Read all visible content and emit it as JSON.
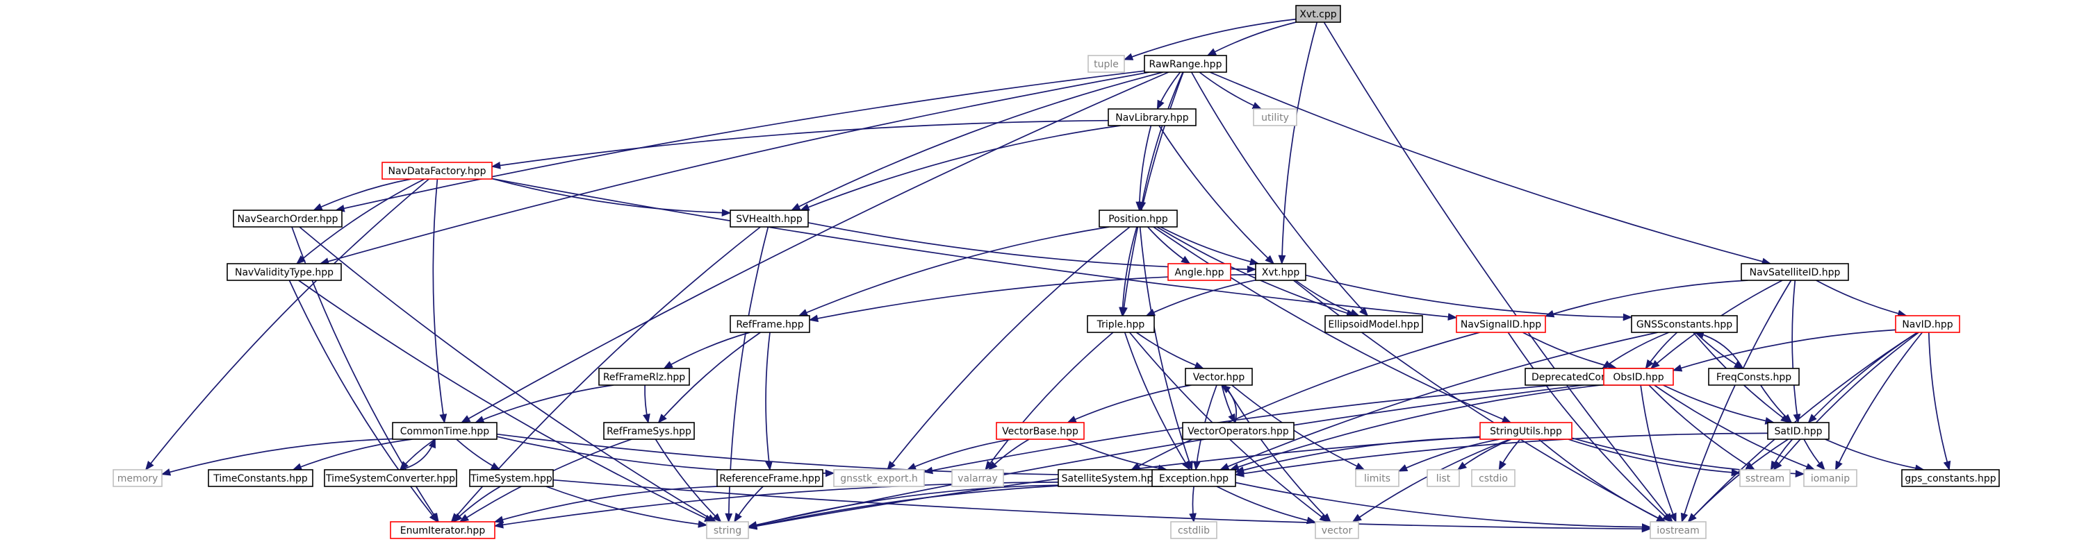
{
  "colors": {
    "edge": "#191970",
    "normal_border": "#000000",
    "normal_text": "#000000",
    "incomplete_border": "#ff0000",
    "system_border": "#bfbfbf",
    "system_text": "#808080",
    "root_fill": "#bfbfbf"
  },
  "nodes": {
    "xvt_cpp": {
      "label": "Xvt.cpp",
      "kind": "root"
    },
    "tuple": {
      "label": "tuple",
      "kind": "system"
    },
    "rawrange": {
      "label": "RawRange.hpp",
      "kind": "normal"
    },
    "utility": {
      "label": "utility",
      "kind": "system"
    },
    "navlibrary": {
      "label": "NavLibrary.hpp",
      "kind": "normal"
    },
    "navdatafactory": {
      "label": "NavDataFactory.hpp",
      "kind": "incomplete"
    },
    "navsearchorder": {
      "label": "NavSearchOrder.hpp",
      "kind": "normal"
    },
    "svhealth": {
      "label": "SVHealth.hpp",
      "kind": "normal"
    },
    "position": {
      "label": "Position.hpp",
      "kind": "normal"
    },
    "navvaliditytype": {
      "label": "NavValidityType.hpp",
      "kind": "normal"
    },
    "angle": {
      "label": "Angle.hpp",
      "kind": "incomplete"
    },
    "xvt_hpp": {
      "label": "Xvt.hpp",
      "kind": "normal"
    },
    "navsatelliteid": {
      "label": "NavSatelliteID.hpp",
      "kind": "normal"
    },
    "refframe": {
      "label": "RefFrame.hpp",
      "kind": "normal"
    },
    "triple": {
      "label": "Triple.hpp",
      "kind": "normal"
    },
    "ellipsoidmodel": {
      "label": "EllipsoidModel.hpp",
      "kind": "normal"
    },
    "navsignalid": {
      "label": "NavSignalID.hpp",
      "kind": "incomplete"
    },
    "gnssconstants": {
      "label": "GNSSconstants.hpp",
      "kind": "normal"
    },
    "navid": {
      "label": "NavID.hpp",
      "kind": "incomplete"
    },
    "refframerlz": {
      "label": "RefFrameRlz.hpp",
      "kind": "normal"
    },
    "vector_hpp": {
      "label": "Vector.hpp",
      "kind": "normal"
    },
    "deprecatedconsts": {
      "label": "DeprecatedConsts.hpp",
      "kind": "normal"
    },
    "obsid": {
      "label": "ObsID.hpp",
      "kind": "incomplete"
    },
    "freqconsts": {
      "label": "FreqConsts.hpp",
      "kind": "normal"
    },
    "commontime": {
      "label": "CommonTime.hpp",
      "kind": "normal"
    },
    "refframesys": {
      "label": "RefFrameSys.hpp",
      "kind": "normal"
    },
    "vectorbase": {
      "label": "VectorBase.hpp",
      "kind": "incomplete"
    },
    "vectoroperators": {
      "label": "VectorOperators.hpp",
      "kind": "normal"
    },
    "stringutils": {
      "label": "StringUtils.hpp",
      "kind": "incomplete"
    },
    "satid": {
      "label": "SatID.hpp",
      "kind": "normal"
    },
    "memory": {
      "label": "memory",
      "kind": "system"
    },
    "timeconstants": {
      "label": "TimeConstants.hpp",
      "kind": "normal"
    },
    "timesystemconverter": {
      "label": "TimeSystemConverter.hpp",
      "kind": "normal"
    },
    "gnsstk_export": {
      "label": "gnsstk_export.h",
      "kind": "system"
    },
    "valarray": {
      "label": "valarray",
      "kind": "system"
    },
    "satellitesystem": {
      "label": "SatelliteSystem.hpp",
      "kind": "normal"
    },
    "exception": {
      "label": "Exception.hpp",
      "kind": "normal"
    },
    "limits": {
      "label": "limits",
      "kind": "system"
    },
    "list": {
      "label": "list",
      "kind": "system"
    },
    "cstdio": {
      "label": "cstdio",
      "kind": "system"
    },
    "sstream": {
      "label": "sstream",
      "kind": "system"
    },
    "iomanip": {
      "label": "iomanip",
      "kind": "system"
    },
    "gps_constants": {
      "label": "gps_constants.hpp",
      "kind": "normal"
    },
    "timesystem": {
      "label": "TimeSystem.hpp",
      "kind": "normal"
    },
    "referenceframe": {
      "label": "ReferenceFrame.hpp",
      "kind": "normal"
    },
    "enumiterator": {
      "label": "EnumIterator.hpp",
      "kind": "incomplete"
    },
    "string": {
      "label": "string",
      "kind": "system"
    },
    "cstdlib": {
      "label": "cstdlib",
      "kind": "system"
    },
    "vector": {
      "label": "vector",
      "kind": "system"
    },
    "iostream": {
      "label": "iostream",
      "kind": "system"
    }
  },
  "edges": [
    [
      "xvt_cpp",
      "tuple"
    ],
    [
      "xvt_cpp",
      "rawrange"
    ],
    [
      "xvt_cpp",
      "xvt_hpp"
    ],
    [
      "xvt_cpp",
      "iostream"
    ],
    [
      "rawrange",
      "utility"
    ],
    [
      "rawrange",
      "navlibrary"
    ],
    [
      "rawrange",
      "navsearchorder"
    ],
    [
      "rawrange",
      "svhealth"
    ],
    [
      "rawrange",
      "position"
    ],
    [
      "rawrange",
      "navvaliditytype"
    ],
    [
      "rawrange",
      "commontime"
    ],
    [
      "rawrange",
      "triple"
    ],
    [
      "rawrange",
      "ellipsoidmodel"
    ],
    [
      "rawrange",
      "navsatelliteid"
    ],
    [
      "navlibrary",
      "navdatafactory"
    ],
    [
      "navlibrary",
      "svhealth"
    ],
    [
      "navlibrary",
      "position"
    ],
    [
      "navlibrary",
      "xvt_hpp"
    ],
    [
      "navdatafactory",
      "navsearchorder"
    ],
    [
      "navdatafactory",
      "svhealth"
    ],
    [
      "navdatafactory",
      "navvaliditytype"
    ],
    [
      "navdatafactory",
      "commontime"
    ],
    [
      "navdatafactory",
      "memory"
    ],
    [
      "navdatafactory",
      "navsignalid"
    ],
    [
      "navsearchorder",
      "string"
    ],
    [
      "navsearchorder",
      "enumiterator"
    ],
    [
      "svhealth",
      "xvt_hpp"
    ],
    [
      "svhealth",
      "string"
    ],
    [
      "svhealth",
      "enumiterator"
    ],
    [
      "navvaliditytype",
      "string"
    ],
    [
      "navvaliditytype",
      "enumiterator"
    ],
    [
      "position",
      "angle"
    ],
    [
      "position",
      "xvt_hpp"
    ],
    [
      "position",
      "refframe"
    ],
    [
      "position",
      "triple"
    ],
    [
      "position",
      "ellipsoidmodel"
    ],
    [
      "position",
      "gnsstk_export"
    ],
    [
      "position",
      "exception"
    ],
    [
      "position",
      "stringutils"
    ],
    [
      "xvt_hpp",
      "refframe"
    ],
    [
      "xvt_hpp",
      "triple"
    ],
    [
      "xvt_hpp",
      "ellipsoidmodel"
    ],
    [
      "xvt_hpp",
      "gnssconstants"
    ],
    [
      "xvt_hpp",
      "iostream"
    ],
    [
      "navsatelliteid",
      "navsignalid"
    ],
    [
      "navsatelliteid",
      "navid"
    ],
    [
      "navsatelliteid",
      "obsid"
    ],
    [
      "navsatelliteid",
      "satid"
    ],
    [
      "navsatelliteid",
      "iostream"
    ],
    [
      "refframe",
      "refframerlz"
    ],
    [
      "refframe",
      "refframesys"
    ],
    [
      "refframe",
      "referenceframe"
    ],
    [
      "triple",
      "vector_hpp"
    ],
    [
      "triple",
      "exception"
    ],
    [
      "triple",
      "valarray"
    ],
    [
      "triple",
      "vector"
    ],
    [
      "navsignalid",
      "obsid"
    ],
    [
      "navsignalid",
      "satellitesystem"
    ],
    [
      "navsignalid",
      "iostream"
    ],
    [
      "gnssconstants",
      "deprecatedconsts"
    ],
    [
      "gnssconstants",
      "freqconsts"
    ],
    [
      "gnssconstants",
      "satid"
    ],
    [
      "gnssconstants",
      "exception"
    ],
    [
      "gnssconstants",
      "obsid"
    ],
    [
      "freqconsts",
      "gnssconstants"
    ],
    [
      "freqconsts",
      "satid"
    ],
    [
      "navid",
      "obsid"
    ],
    [
      "navid",
      "satid"
    ],
    [
      "navid",
      "gps_constants"
    ],
    [
      "navid",
      "iomanip"
    ],
    [
      "navid",
      "sstream"
    ],
    [
      "navid",
      "iostream"
    ],
    [
      "refframerlz",
      "commontime"
    ],
    [
      "refframerlz",
      "refframesys"
    ],
    [
      "vector_hpp",
      "vectorbase"
    ],
    [
      "vector_hpp",
      "vectoroperators"
    ],
    [
      "vector_hpp",
      "limits"
    ],
    [
      "vector_hpp",
      "vector"
    ],
    [
      "vector_hpp",
      "exception"
    ],
    [
      "vectoroperators",
      "vector_hpp"
    ],
    [
      "obsid",
      "satid"
    ],
    [
      "obsid",
      "gnsstk_export"
    ],
    [
      "obsid",
      "exception"
    ],
    [
      "obsid",
      "string"
    ],
    [
      "obsid",
      "iostream"
    ],
    [
      "obsid",
      "sstream"
    ],
    [
      "obsid",
      "iomanip"
    ],
    [
      "commontime",
      "memory"
    ],
    [
      "commontime",
      "timeconstants"
    ],
    [
      "commontime",
      "timesystemconverter"
    ],
    [
      "commontime",
      "timesystem"
    ],
    [
      "commontime",
      "exception"
    ],
    [
      "commontime",
      "gnsstk_export"
    ],
    [
      "timesystemconverter",
      "commontime"
    ],
    [
      "refframesys",
      "enumiterator"
    ],
    [
      "refframesys",
      "string"
    ],
    [
      "vectorbase",
      "gnsstk_export"
    ],
    [
      "vectorbase",
      "valarray"
    ],
    [
      "vectorbase",
      "exception"
    ],
    [
      "stringutils",
      "exception"
    ],
    [
      "stringutils",
      "limits"
    ],
    [
      "stringutils",
      "list"
    ],
    [
      "stringutils",
      "cstdio"
    ],
    [
      "stringutils",
      "sstream"
    ],
    [
      "stringutils",
      "iostream"
    ],
    [
      "stringutils",
      "iomanip"
    ],
    [
      "stringutils",
      "string"
    ],
    [
      "stringutils",
      "vector"
    ],
    [
      "satid",
      "exception"
    ],
    [
      "satid",
      "sstream"
    ],
    [
      "satid",
      "iomanip"
    ],
    [
      "satid",
      "gps_constants"
    ],
    [
      "satid",
      "iostream"
    ],
    [
      "timesystem",
      "enumiterator"
    ],
    [
      "timesystem",
      "string"
    ],
    [
      "timesystem",
      "iostream"
    ],
    [
      "referenceframe",
      "enumiterator"
    ],
    [
      "referenceframe",
      "string"
    ],
    [
      "satellitesystem",
      "enumiterator"
    ],
    [
      "satellitesystem",
      "string"
    ],
    [
      "exception",
      "cstdlib"
    ],
    [
      "exception",
      "vector"
    ],
    [
      "exception",
      "string"
    ],
    [
      "exception",
      "iostream"
    ]
  ]
}
